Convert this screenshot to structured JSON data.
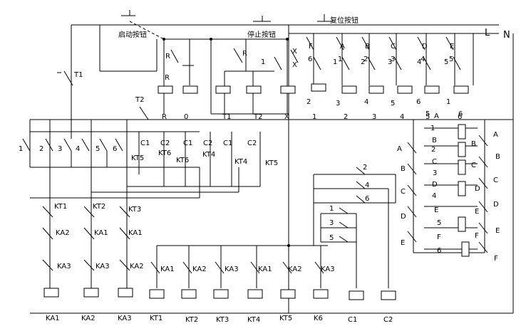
{
  "buttons": {
    "start": "启动按钮",
    "stop": "停止按钮",
    "reset": "复位按钮"
  },
  "rails": {
    "line": "L",
    "neutral": "N"
  },
  "top_coils": [
    "R",
    "0",
    "T1",
    "T2",
    "X",
    "1",
    "2",
    "3",
    "4",
    "5",
    "6"
  ],
  "top_contacts": [
    "R",
    "R",
    "R",
    "X",
    "X",
    "F",
    "A",
    "B",
    "C",
    "D",
    "E"
  ],
  "step_numbers": [
    "1",
    "2",
    "3",
    "4",
    "5",
    "6"
  ],
  "timer_labels": [
    "T1",
    "T2"
  ],
  "mid_contacts": [
    "1",
    "2",
    "3",
    "4",
    "5",
    "6"
  ],
  "mid_right_contacts": [
    "C1",
    "C2",
    "C1",
    "C2",
    "C1",
    "C2"
  ],
  "kt_contacts": [
    "KT5",
    "KT6",
    "KT6",
    "KT4",
    "KT4",
    "KT5"
  ],
  "ka_timers": [
    "KT1",
    "KT2",
    "KT3"
  ],
  "ka_interlocks": [
    [
      "KA2",
      "KA3"
    ],
    [
      "KA1",
      "KA3"
    ],
    [
      "KA1",
      "KA2"
    ]
  ],
  "kt_interlocks": [
    "KA1",
    "KA2",
    "KA3",
    "KA1",
    "KA2",
    "KA3"
  ],
  "bottom_coils": [
    "KA1",
    "KA2",
    "KA3",
    "KT1",
    "KT2",
    "KT3",
    "KT4",
    "KT5",
    "K6",
    "C1",
    "C2"
  ],
  "right_coils": [
    "A",
    "B",
    "C",
    "D",
    "E",
    "F"
  ],
  "right_contacts": [
    "1",
    "2",
    "3",
    "4",
    "5",
    "6"
  ],
  "right_letters": [
    "A",
    "B",
    "C",
    "D",
    "E",
    "F"
  ],
  "right_step_top": [
    "5",
    "6"
  ],
  "middle_contacts_a": [
    "2",
    "4",
    "6"
  ],
  "middle_contacts_b": [
    "1",
    "3",
    "5"
  ]
}
